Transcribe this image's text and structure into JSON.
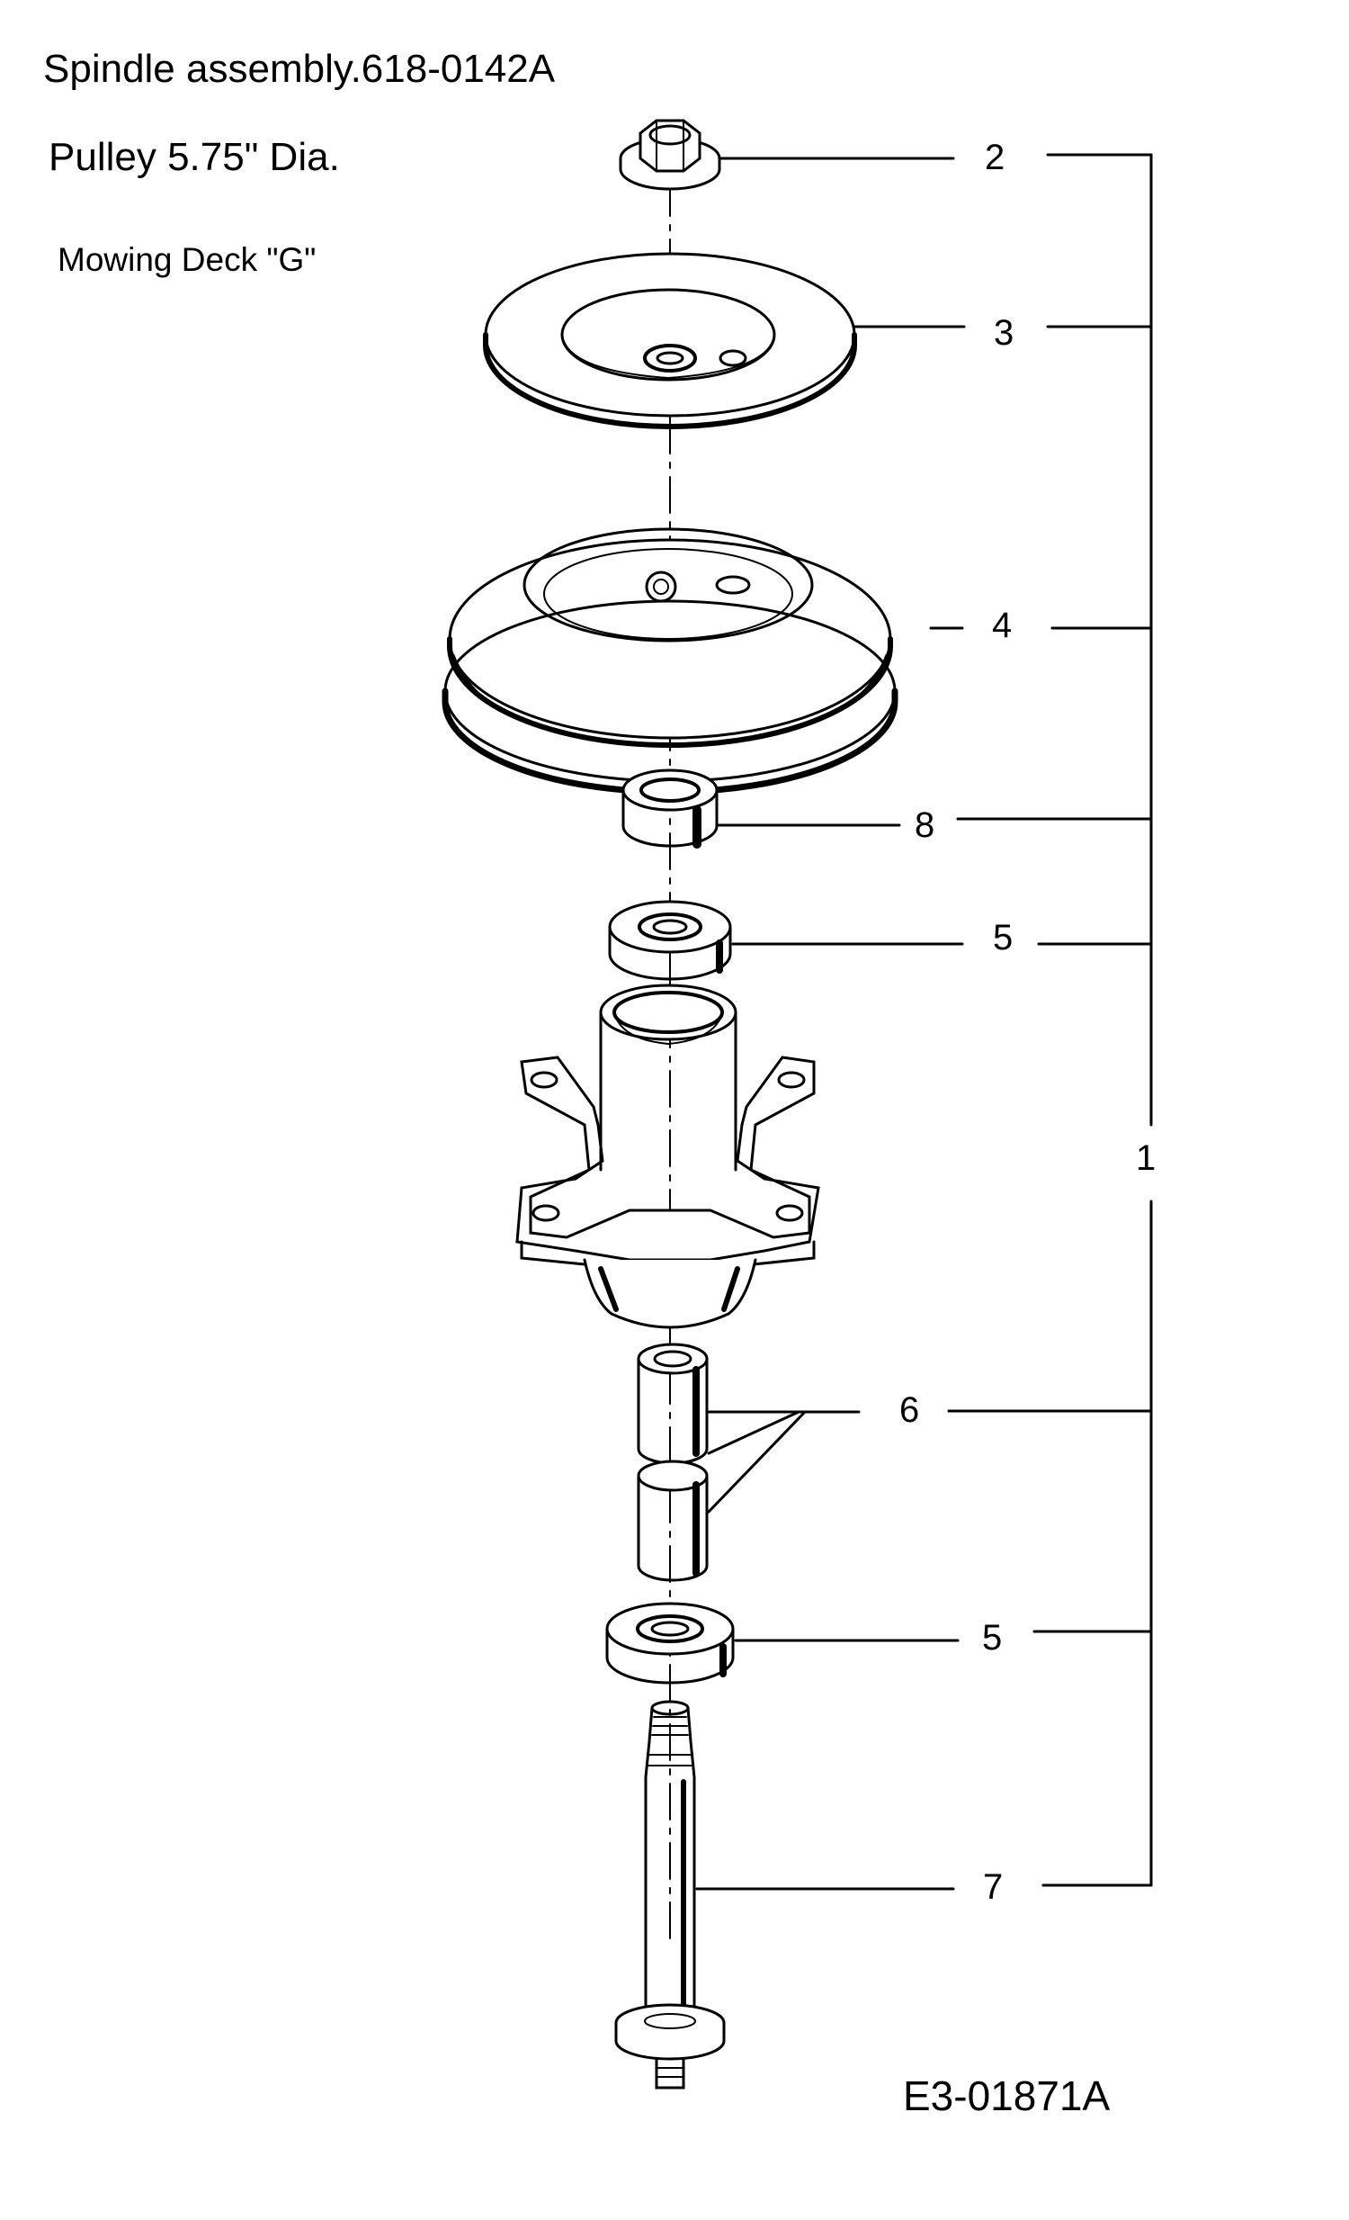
{
  "title": "Spindle assembly.618-0142A",
  "subtitle": "Pulley  5.75\" Dia.",
  "deck": "Mowing Deck \"G\"",
  "drawing_code": "E3-01871A",
  "callouts": {
    "nut": "2",
    "idler_pulley": "3",
    "drive_pulley": "4",
    "spacer_top": "8",
    "bearing_top": "5",
    "assembly": "1",
    "spacers_mid": "6",
    "bearing_bottom": "5",
    "spindle_shaft": "7"
  }
}
